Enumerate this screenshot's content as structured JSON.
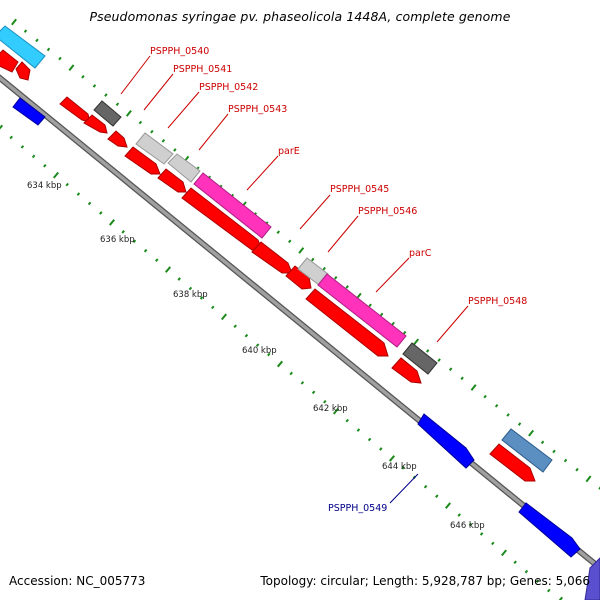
{
  "title": "Pseudomonas syringae pv. phaseolicola 1448A, complete genome",
  "accession_text": "Accession: NC_005773",
  "summary_text": "Topology: circular; Length: 5,928,787 bp; Genes: 5,066",
  "colors": {
    "backbone": "#8a8a8a",
    "forward_cds": "#ff0000",
    "reverse_cds": "#0000ff",
    "label_forward": "#cc0000",
    "label_reverse": "#00008b",
    "ticks": "#1a8a1a",
    "tick_dots": "#1a8a1a",
    "gray_feature": "#7a7a7a",
    "light_gray_feature": "#cfcfcf",
    "magenta_feature": "#ff33bb",
    "cyan_feature": "#33ccff",
    "steel_feature": "#5b8fc2"
  },
  "diagram": {
    "type": "linear-genome-map-zoom",
    "kbp_ticks": [
      "634 kbp",
      "636 kbp",
      "638 kbp",
      "640 kbp",
      "642 kbp",
      "644 kbp",
      "646 kbp"
    ],
    "gene_labels": [
      {
        "text": "PSPPH_0540",
        "strand": "forward"
      },
      {
        "text": "PSPPH_0541",
        "strand": "forward"
      },
      {
        "text": "PSPPH_0542",
        "strand": "forward"
      },
      {
        "text": "PSPPH_0543",
        "strand": "forward"
      },
      {
        "text": "parE",
        "strand": "forward"
      },
      {
        "text": "PSPPH_0545",
        "strand": "forward"
      },
      {
        "text": "PSPPH_0546",
        "strand": "forward"
      },
      {
        "text": "parC",
        "strand": "forward"
      },
      {
        "text": "PSPPH_0548",
        "strand": "forward"
      },
      {
        "text": "PSPPH_0549",
        "strand": "reverse"
      }
    ]
  }
}
